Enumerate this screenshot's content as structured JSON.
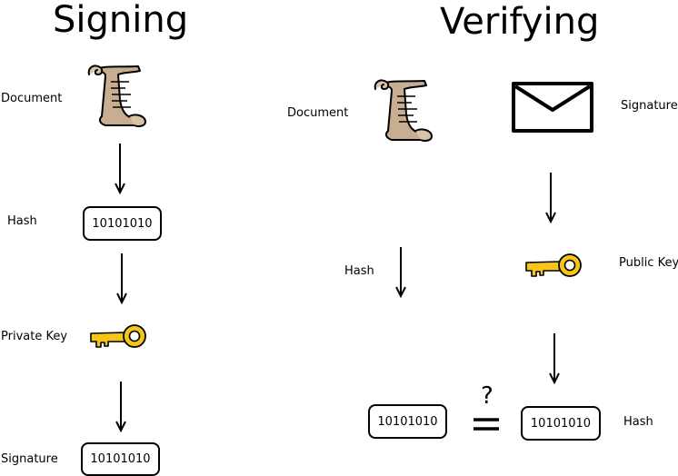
{
  "signing": {
    "title": "Signing",
    "labels": {
      "document": "Document",
      "hash": "Hash",
      "private_key": "Private Key",
      "signature": "Signature"
    },
    "hash_value": "10101010",
    "signature_value": "10101010",
    "icons": [
      "scroll-icon",
      "key-icon"
    ]
  },
  "verifying": {
    "title": "Verifying",
    "labels": {
      "document": "Document",
      "signature": "Signature",
      "hash_left": "Hash",
      "public_key": "Public Key",
      "hash_right": "Hash"
    },
    "hash_left_value": "10101010",
    "hash_right_value": "10101010",
    "comparison_symbol": "?",
    "icons": [
      "scroll-icon",
      "envelope-icon",
      "key-icon"
    ]
  },
  "colors": {
    "paper": "#c8ae91",
    "key": "#f5c518",
    "stroke": "#000000"
  }
}
